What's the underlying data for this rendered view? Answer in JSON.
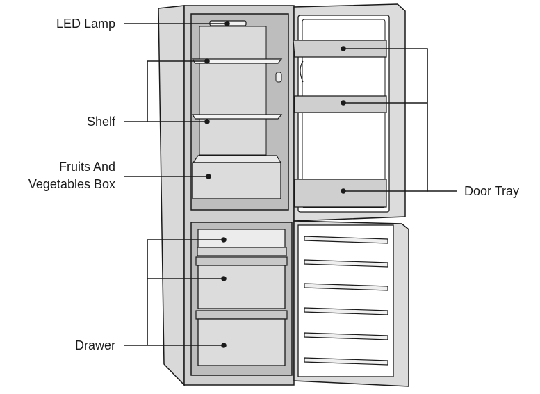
{
  "labels": {
    "led_lamp": "LED Lamp",
    "shelf": "Shelf",
    "fruits_line1": "Fruits And",
    "fruits_line2": "Vegetables Box",
    "drawer": "Drawer",
    "door_tray": "Door Tray"
  },
  "colors": {
    "cabinet_gray": "#d9d9d9",
    "inner_gray": "#bdbdbd",
    "light_gray": "#ececec",
    "line": "#1a1a1a"
  }
}
